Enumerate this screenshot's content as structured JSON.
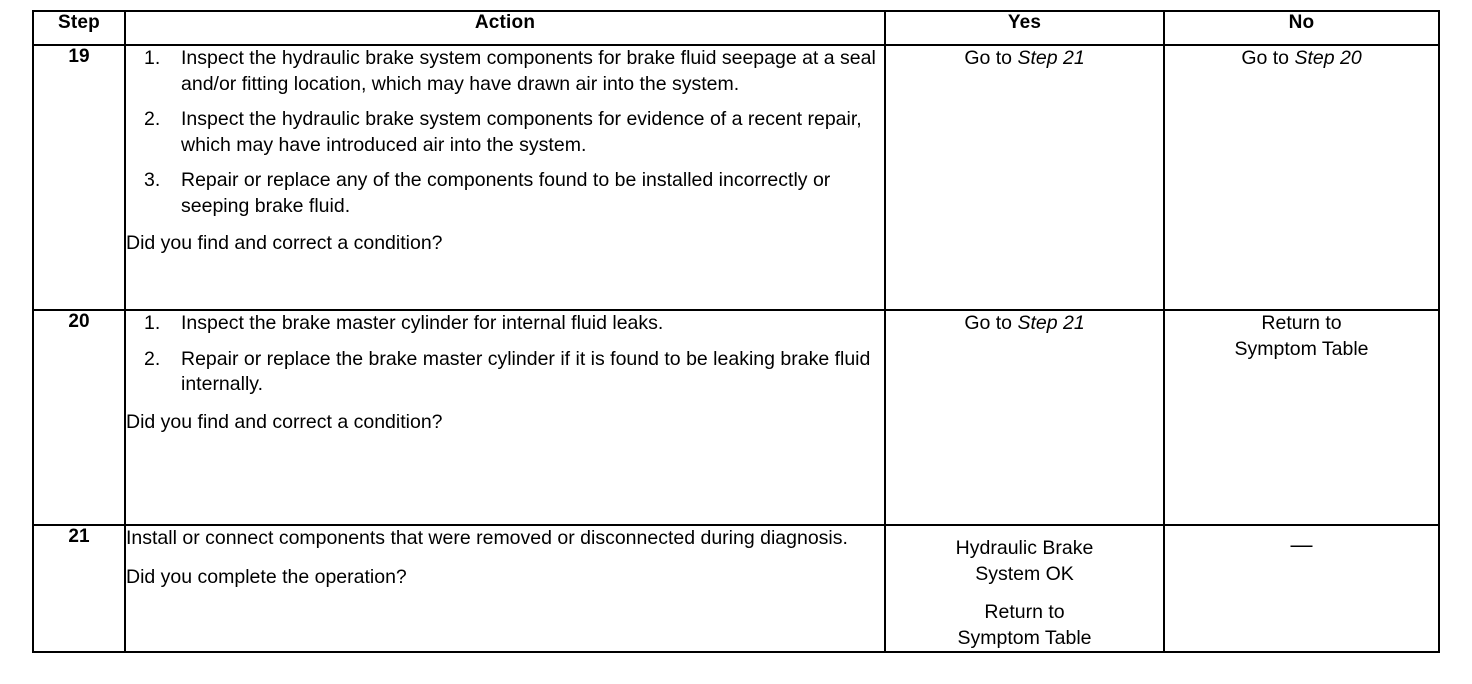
{
  "table": {
    "headers": {
      "step": "Step",
      "action": "Action",
      "yes": "Yes",
      "no": "No"
    },
    "rows": [
      {
        "step": "19",
        "action": {
          "items": [
            {
              "num": "1.",
              "text": "Inspect the hydraulic brake system components for brake fluid seepage at a seal and/or fitting location, which may have drawn air into the system."
            },
            {
              "num": "2.",
              "text": "Inspect the hydraulic brake system components for evidence of a recent repair, which may have introduced air into the system."
            },
            {
              "num": "3.",
              "text": "Repair or replace any of the components found to be installed incorrectly or seeping brake fluid."
            }
          ],
          "question": "Did you find and correct a condition?"
        },
        "yes": {
          "prefix": "Go to ",
          "emphasis": "Step 21",
          "suffix": ""
        },
        "no": {
          "prefix": "Go to ",
          "emphasis": "Step 20",
          "suffix": ""
        }
      },
      {
        "step": "20",
        "action": {
          "items": [
            {
              "num": "1.",
              "text": "Inspect the brake master cylinder for internal fluid leaks."
            },
            {
              "num": "2.",
              "text": "Repair or replace the brake master cylinder if it is found to be leaking brake fluid internally."
            }
          ],
          "question": "Did you find and correct a condition?"
        },
        "yes": {
          "prefix": "Go to ",
          "emphasis": "Step 21",
          "suffix": ""
        },
        "no": {
          "line1": "Return to",
          "line2": "Symptom Table"
        }
      },
      {
        "step": "21",
        "action": {
          "paragraph": "Install or connect components that were removed or disconnected during diagnosis.",
          "question": "Did you complete the operation?"
        },
        "yes": {
          "line1": "Hydraulic Brake",
          "line2": "System OK",
          "line3": "Return to",
          "line4": "Symptom Table"
        },
        "no": {
          "dash": "—"
        }
      }
    ]
  }
}
